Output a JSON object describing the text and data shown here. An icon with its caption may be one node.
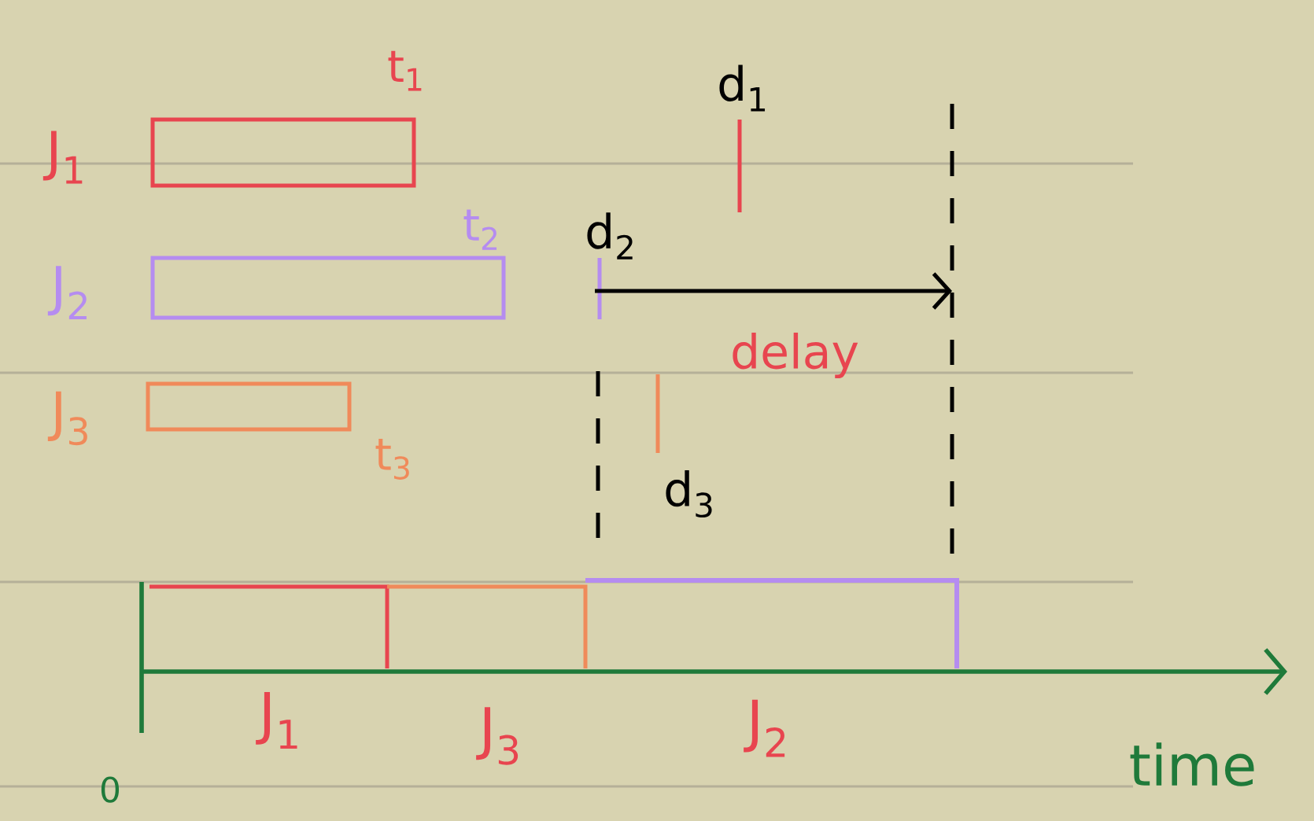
{
  "diagram": {
    "nodes": [
      {
        "text": [],
        "shape": "box",
        "beside": [
          "J$_{1}$",
          "t$_{1}$"
        ]
      },
      {
        "text": [],
        "shape": "box",
        "beside": [
          "J$_{2}$",
          "t$_{2}$"
        ]
      },
      {
        "text": [],
        "shape": "box",
        "beside": [
          "J$_{3}$",
          "t$_{3}$"
        ]
      }
    ],
    "labels": [
      "d$_{1}$",
      "d$_{2}$",
      "delay",
      "d$_{3}$",
      "J$_{1}$",
      "J$_{3}$",
      "J$_{2}$",
      "0",
      "time"
    ]
  }
}
